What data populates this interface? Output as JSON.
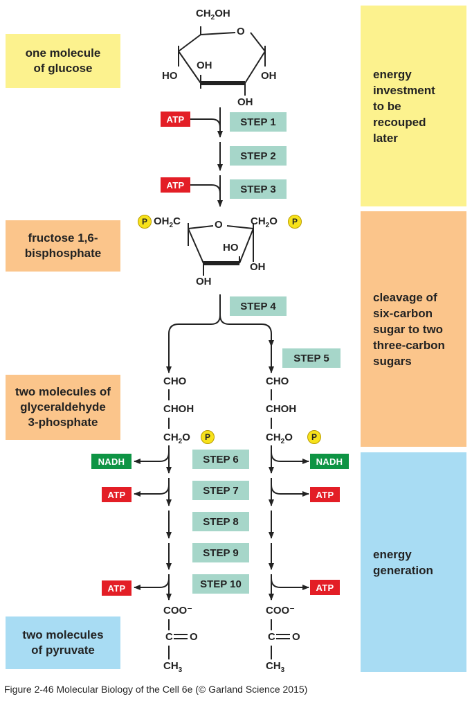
{
  "left_labels": {
    "glucose": "one molecule\nof glucose",
    "fructose": "fructose 1,6-\nbisphosphate",
    "g3p": "two molecules of\nglyceraldehyde\n3-phosphate",
    "pyruvate": "two molecules\nof pyruvate"
  },
  "phases": {
    "investment": "energy\ninvestment\nto be\nrecouped\nlater",
    "cleavage": "cleavage of\nsix-carbon\nsugar to two\nthree-carbon\nsugars",
    "generation": "energy\ngeneration"
  },
  "steps": [
    "STEP 1",
    "STEP 2",
    "STEP 3",
    "STEP 4",
    "STEP 5",
    "STEP 6",
    "STEP 7",
    "STEP 8",
    "STEP 9",
    "STEP 10"
  ],
  "cofactors": {
    "atp": "ATP",
    "nadh": "NADH",
    "phosphate": "P"
  },
  "glucose": {
    "ch2oh": "CH₂OH",
    "ring_o": "O",
    "oh": "OH",
    "ho": "HO"
  },
  "fructose": {
    "left_group": "OH₂C",
    "right_group": "CH₂O",
    "ring_o": "O",
    "ho": "HO",
    "oh": "OH"
  },
  "g3p": {
    "cho": "CHO",
    "choh": "CHOH",
    "ch2o": "CH₂O"
  },
  "pyruvate": {
    "coo": "COO⁻",
    "c": "C",
    "o": "O",
    "ch3": "CH₃"
  },
  "colors": {
    "yellow": "#fcf28e",
    "orange": "#fbc58b",
    "blue": "#a8dcf3",
    "step": "#a6d6c9",
    "atp": "#e31e26",
    "nadh": "#0e9444",
    "phosphate": "#f7e21b"
  },
  "caption": "Figure 2-46  Molecular Biology of the Cell 6e (© Garland Science 2015)"
}
